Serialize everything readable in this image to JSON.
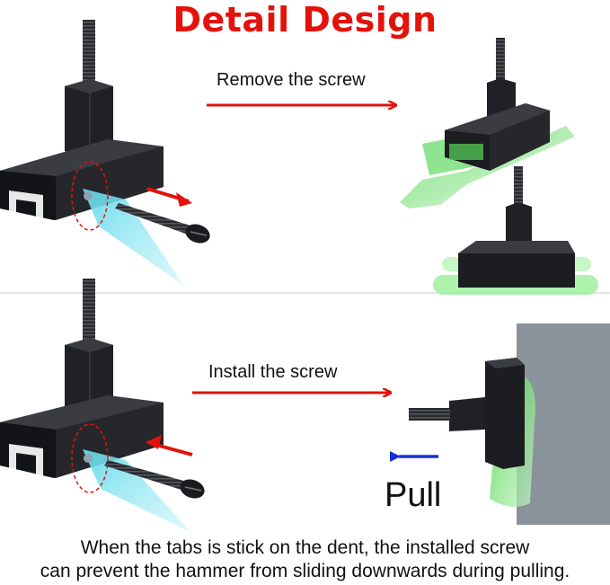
{
  "title": "Detail Design",
  "steps": {
    "remove_label": "Remove the screw",
    "install_label": "Install the screw",
    "pull_label": "Pull"
  },
  "caption": {
    "line1": "When the tabs is stick on the dent, the installed screw",
    "line2": "can prevent the hammer from sliding downwards during pulling."
  },
  "colors": {
    "title": "#e3120b",
    "arrow_red": "#e3120b",
    "arrow_blue": "#1530d8",
    "metal": "#1c1d20",
    "tab_green": "#7be07b",
    "glow_cyan": "#8fe6f2",
    "panel_gray": "#8a929b"
  },
  "icons": [
    "screw-icon",
    "bolt-icon",
    "bracket-icon",
    "arrow-icon"
  ]
}
